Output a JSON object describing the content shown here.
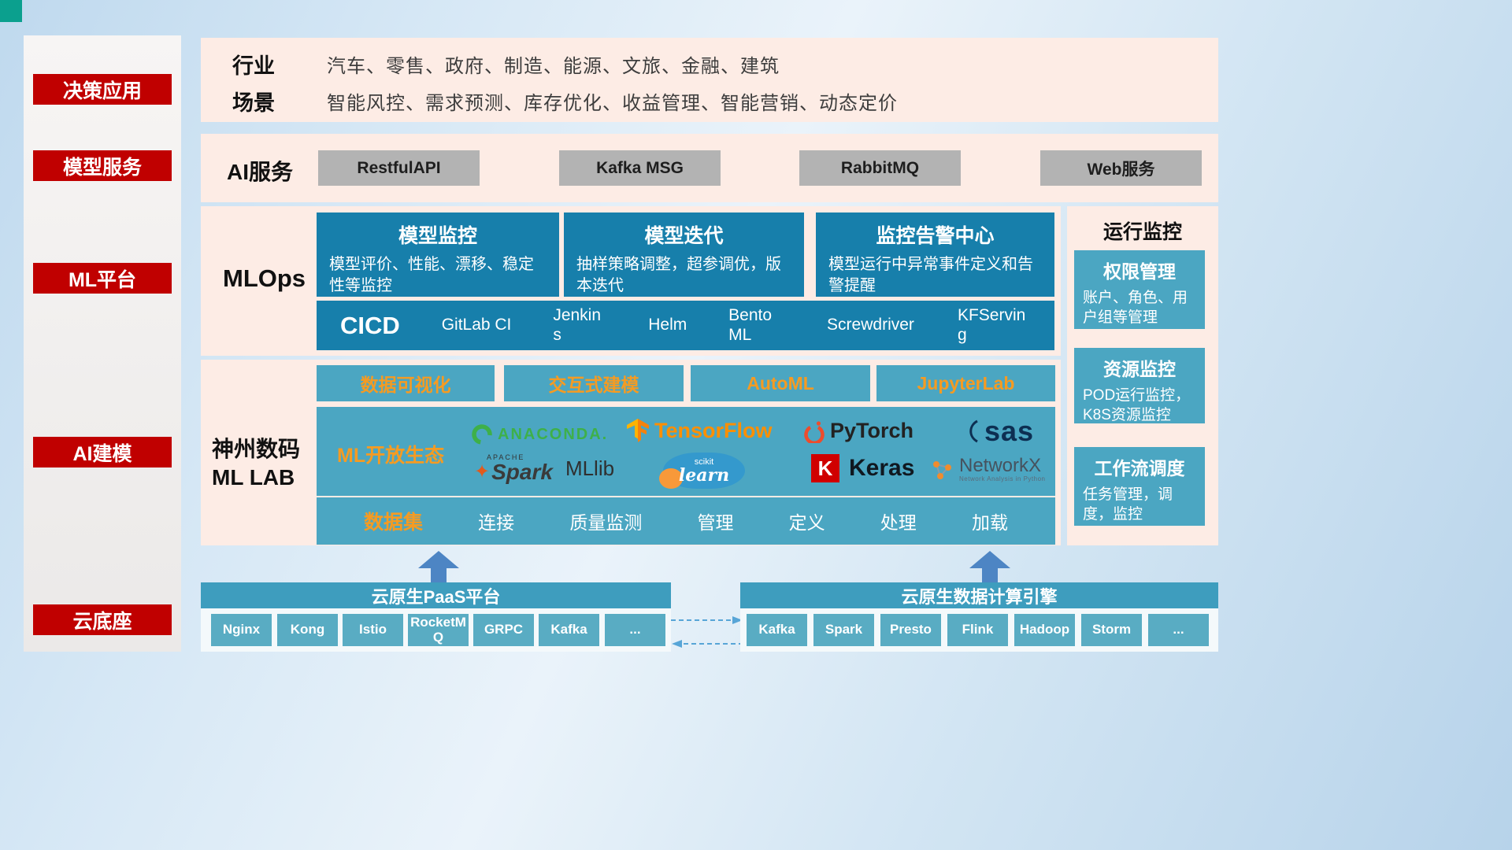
{
  "sidebar": {
    "items": [
      {
        "label": "决策应用"
      },
      {
        "label": "模型服务"
      },
      {
        "label": "ML平台"
      },
      {
        "label": "AI建模"
      },
      {
        "label": "云底座"
      }
    ]
  },
  "industry": {
    "label": "行业",
    "value": "汽车、零售、政府、制造、能源、文旅、金融、建筑"
  },
  "scenario": {
    "label": "场景",
    "value": "智能风控、需求预测、库存优化、收益管理、智能营销、动态定价"
  },
  "ai_service": {
    "label": "AI服务",
    "buttons": [
      {
        "label": "RestfulAPI"
      },
      {
        "label": "Kafka MSG"
      },
      {
        "label": "RabbitMQ"
      },
      {
        "label": "Web服务"
      }
    ]
  },
  "mlops": {
    "label": "MLOps",
    "cards": [
      {
        "title": "模型监控",
        "desc": "模型评价、性能、漂移、稳定性等监控"
      },
      {
        "title": "模型迭代",
        "desc": "抽样策略调整，超参调优，版本迭代"
      },
      {
        "title": "监控告警中心",
        "desc": "模型运行中异常事件定义和告警提醒"
      }
    ],
    "cicd_label": "CICD",
    "cicd_items": [
      {
        "label": "GitLab CI"
      },
      {
        "label": "Jenkins"
      },
      {
        "label": "Helm"
      },
      {
        "label": "BentoML"
      },
      {
        "label": "Screwdriver"
      },
      {
        "label": "KFServing"
      }
    ]
  },
  "monitoring": {
    "title": "运行监控",
    "cards": [
      {
        "title": "权限管理",
        "desc": "账户、角色、用户组等管理"
      },
      {
        "title": "资源监控",
        "desc": "POD运行监控，K8S资源监控"
      },
      {
        "title": "工作流调度",
        "desc": "任务管理，调度，监控"
      }
    ]
  },
  "mllab": {
    "label_line1": "神州数码",
    "label_line2": "ML LAB",
    "tools": [
      {
        "label": "数据可视化"
      },
      {
        "label": "交互式建模"
      },
      {
        "label": "AutoML"
      },
      {
        "label": "JupyterLab"
      }
    ],
    "ecosystem_label": "ML开放生态",
    "logos": {
      "anaconda": "ANACONDA.",
      "tensorflow": "TensorFlow",
      "pytorch": "PyTorch",
      "sas": "sas",
      "spark_apache": "APACHE",
      "spark": "Spark",
      "mllib": "MLlib",
      "scikit_top": "scikit",
      "scikit_learn": "learn",
      "keras_k": "K",
      "keras": "Keras",
      "networkx": "NetworkX",
      "networkx_sub": "Network Analysis in Python"
    },
    "dataset_label": "数据集",
    "dataset_items": [
      {
        "label": "连接"
      },
      {
        "label": "质量监测"
      },
      {
        "label": "管理"
      },
      {
        "label": "定义"
      },
      {
        "label": "处理"
      },
      {
        "label": "加载"
      }
    ]
  },
  "cloud": {
    "paas_title": "云原生PaaS平台",
    "paas_items": [
      {
        "label": "Nginx"
      },
      {
        "label": "Kong"
      },
      {
        "label": "Istio"
      },
      {
        "label": "RocketMQ"
      },
      {
        "label": "GRPC"
      },
      {
        "label": "Kafka"
      },
      {
        "label": "..."
      }
    ],
    "engine_title": "云原生数据计算引擎",
    "engine_items": [
      {
        "label": "Kafka"
      },
      {
        "label": "Spark"
      },
      {
        "label": "Presto"
      },
      {
        "label": "Flink"
      },
      {
        "label": "Hadoop"
      },
      {
        "label": "Storm"
      },
      {
        "label": "..."
      }
    ]
  },
  "colors": {
    "badge_red": "#c00000",
    "dark_teal": "#177fab",
    "light_teal": "#4ba6c2",
    "orange": "#f59b22",
    "panel_pink": "#fdece5",
    "gray_button": "#b3b3b3",
    "arrow_blue": "#4d85c4"
  }
}
